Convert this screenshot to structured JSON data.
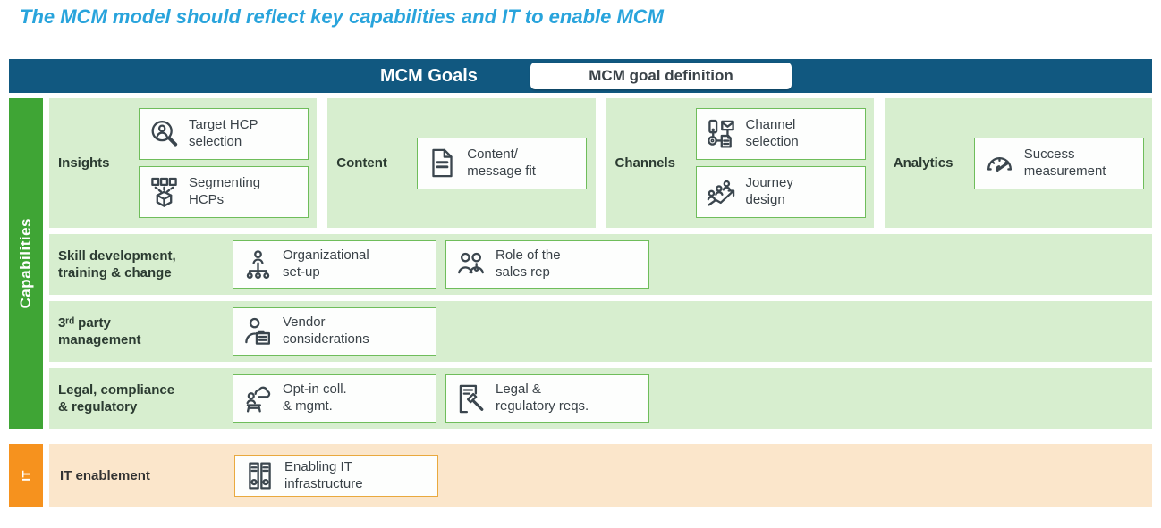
{
  "page": {
    "title": "The MCM model should reflect key capabilities and IT to enable MCM"
  },
  "header": {
    "title": "MCM Goals",
    "goal_definition": "MCM goal definition"
  },
  "colors": {
    "title_cyan": "#29A4DC",
    "header_blue": "#115880",
    "capabilities_green": "#3FA535",
    "row_light_green": "#D7EECF",
    "card_border_green": "#6FBD5B",
    "it_orange": "#F6921E",
    "it_row_peach": "#FBE6CB",
    "card_border_orange": "#E9A93E",
    "icon_stroke": "#3B464E",
    "text_dark": "#3A4248"
  },
  "capabilities": {
    "sidebar_label": "Capabilities",
    "top_sections": [
      {
        "label": "Insights",
        "cards": [
          {
            "icon": "magnifier-person-icon",
            "text": "Target HCP\nselection"
          },
          {
            "icon": "segmentation-cube-icon",
            "text": "Segmenting\nHCPs"
          }
        ]
      },
      {
        "label": "Content",
        "cards": [
          {
            "icon": "document-icon",
            "text": "Content/\nmessage fit"
          }
        ]
      },
      {
        "label": "Channels",
        "cards": [
          {
            "icon": "channel-mix-icon",
            "text": "Channel\nselection"
          },
          {
            "icon": "journey-growth-icon",
            "text": "Journey\ndesign"
          }
        ]
      },
      {
        "label": "Analytics",
        "cards": [
          {
            "icon": "gauge-icon",
            "text": "Success\nmeasurement"
          }
        ]
      }
    ],
    "rows": [
      {
        "label": "Skill development,\ntraining & change",
        "cards": [
          {
            "icon": "org-chart-icon",
            "text": "Organizational\nset-up"
          },
          {
            "icon": "two-people-icon",
            "text": "Role of the\nsales rep"
          }
        ]
      },
      {
        "label": "3ʳᵈ party\nmanagement",
        "cards": [
          {
            "icon": "person-document-icon",
            "text": "Vendor\nconsiderations"
          }
        ]
      },
      {
        "label": "Legal, compliance\n& regulatory",
        "cards": [
          {
            "icon": "person-cloud-icon",
            "text": "Opt-in coll.\n& mgmt."
          },
          {
            "icon": "document-gavel-icon",
            "text": "Legal &\nregulatory reqs."
          }
        ]
      }
    ]
  },
  "it": {
    "sidebar_label": "IT",
    "label": "IT enablement",
    "cards": [
      {
        "icon": "server-binders-icon",
        "text": "Enabling IT\ninfrastructure"
      }
    ]
  }
}
